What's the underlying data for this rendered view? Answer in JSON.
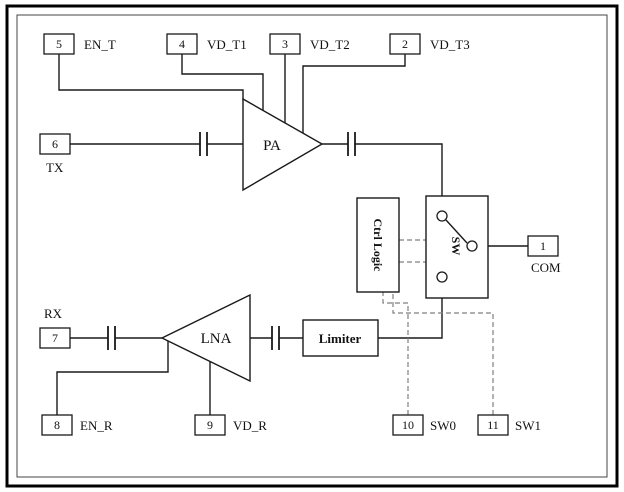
{
  "diagram": {
    "pins": {
      "p1": {
        "num": "1",
        "label": "COM"
      },
      "p2": {
        "num": "2",
        "label": "VD_T3"
      },
      "p3": {
        "num": "3",
        "label": "VD_T2"
      },
      "p4": {
        "num": "4",
        "label": "VD_T1"
      },
      "p5": {
        "num": "5",
        "label": "EN_T"
      },
      "p6": {
        "num": "6",
        "label": "TX"
      },
      "p7": {
        "num": "7",
        "label": "RX"
      },
      "p8": {
        "num": "8",
        "label": "EN_R"
      },
      "p9": {
        "num": "9",
        "label": "VD_R"
      },
      "p10": {
        "num": "10",
        "label": "SW0"
      },
      "p11": {
        "num": "11",
        "label": "SW1"
      }
    },
    "blocks": {
      "pa": "PA",
      "lna": "LNA",
      "limiter": "Limiter",
      "ctrl_logic": "Ctrl Logic",
      "sw": "SW"
    },
    "colors": {
      "wire": "#1a1a1a",
      "dashed_wire": "#808080",
      "frame": "#000000",
      "inner_frame": "#444444",
      "block_fill": "#ffffff"
    }
  }
}
